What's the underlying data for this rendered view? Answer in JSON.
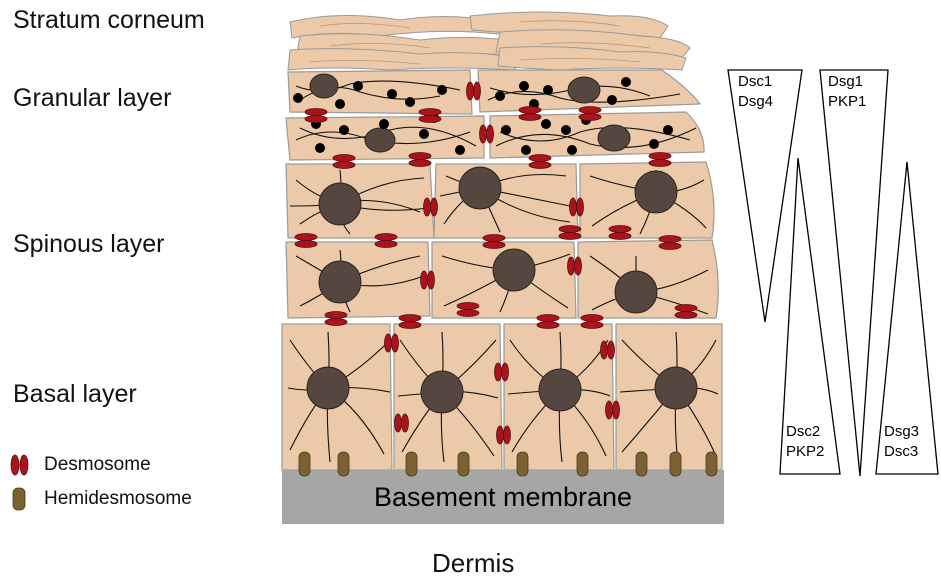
{
  "layers": {
    "stratum_corneum": "Stratum corneum",
    "granular": "Granular layer",
    "spinous": "Spinous layer",
    "basal": "Basal layer"
  },
  "legend": {
    "desmosome": "Desmosome",
    "hemidesmosome": "Hemidesmosome"
  },
  "basement_membrane": "Basement membrane",
  "dermis": "Dermis",
  "gradients": [
    {
      "line1": "Dsc1",
      "line2": "Dsg4"
    },
    {
      "line1": "Dsg1",
      "line2": "PKP1"
    },
    {
      "line1": "Dsc2",
      "line2": "PKP2"
    },
    {
      "line1": "Dsg3",
      "line2": "Dsc3"
    }
  ],
  "colors": {
    "cell_fill": "#ecc9a8",
    "cell_stroke": "#9a9a9a",
    "nucleus": "#55473f",
    "desmosome": "#a8141b",
    "hemidesmosome": "#7a6233",
    "basement": "#a6a6a6",
    "granule": "#000000"
  }
}
